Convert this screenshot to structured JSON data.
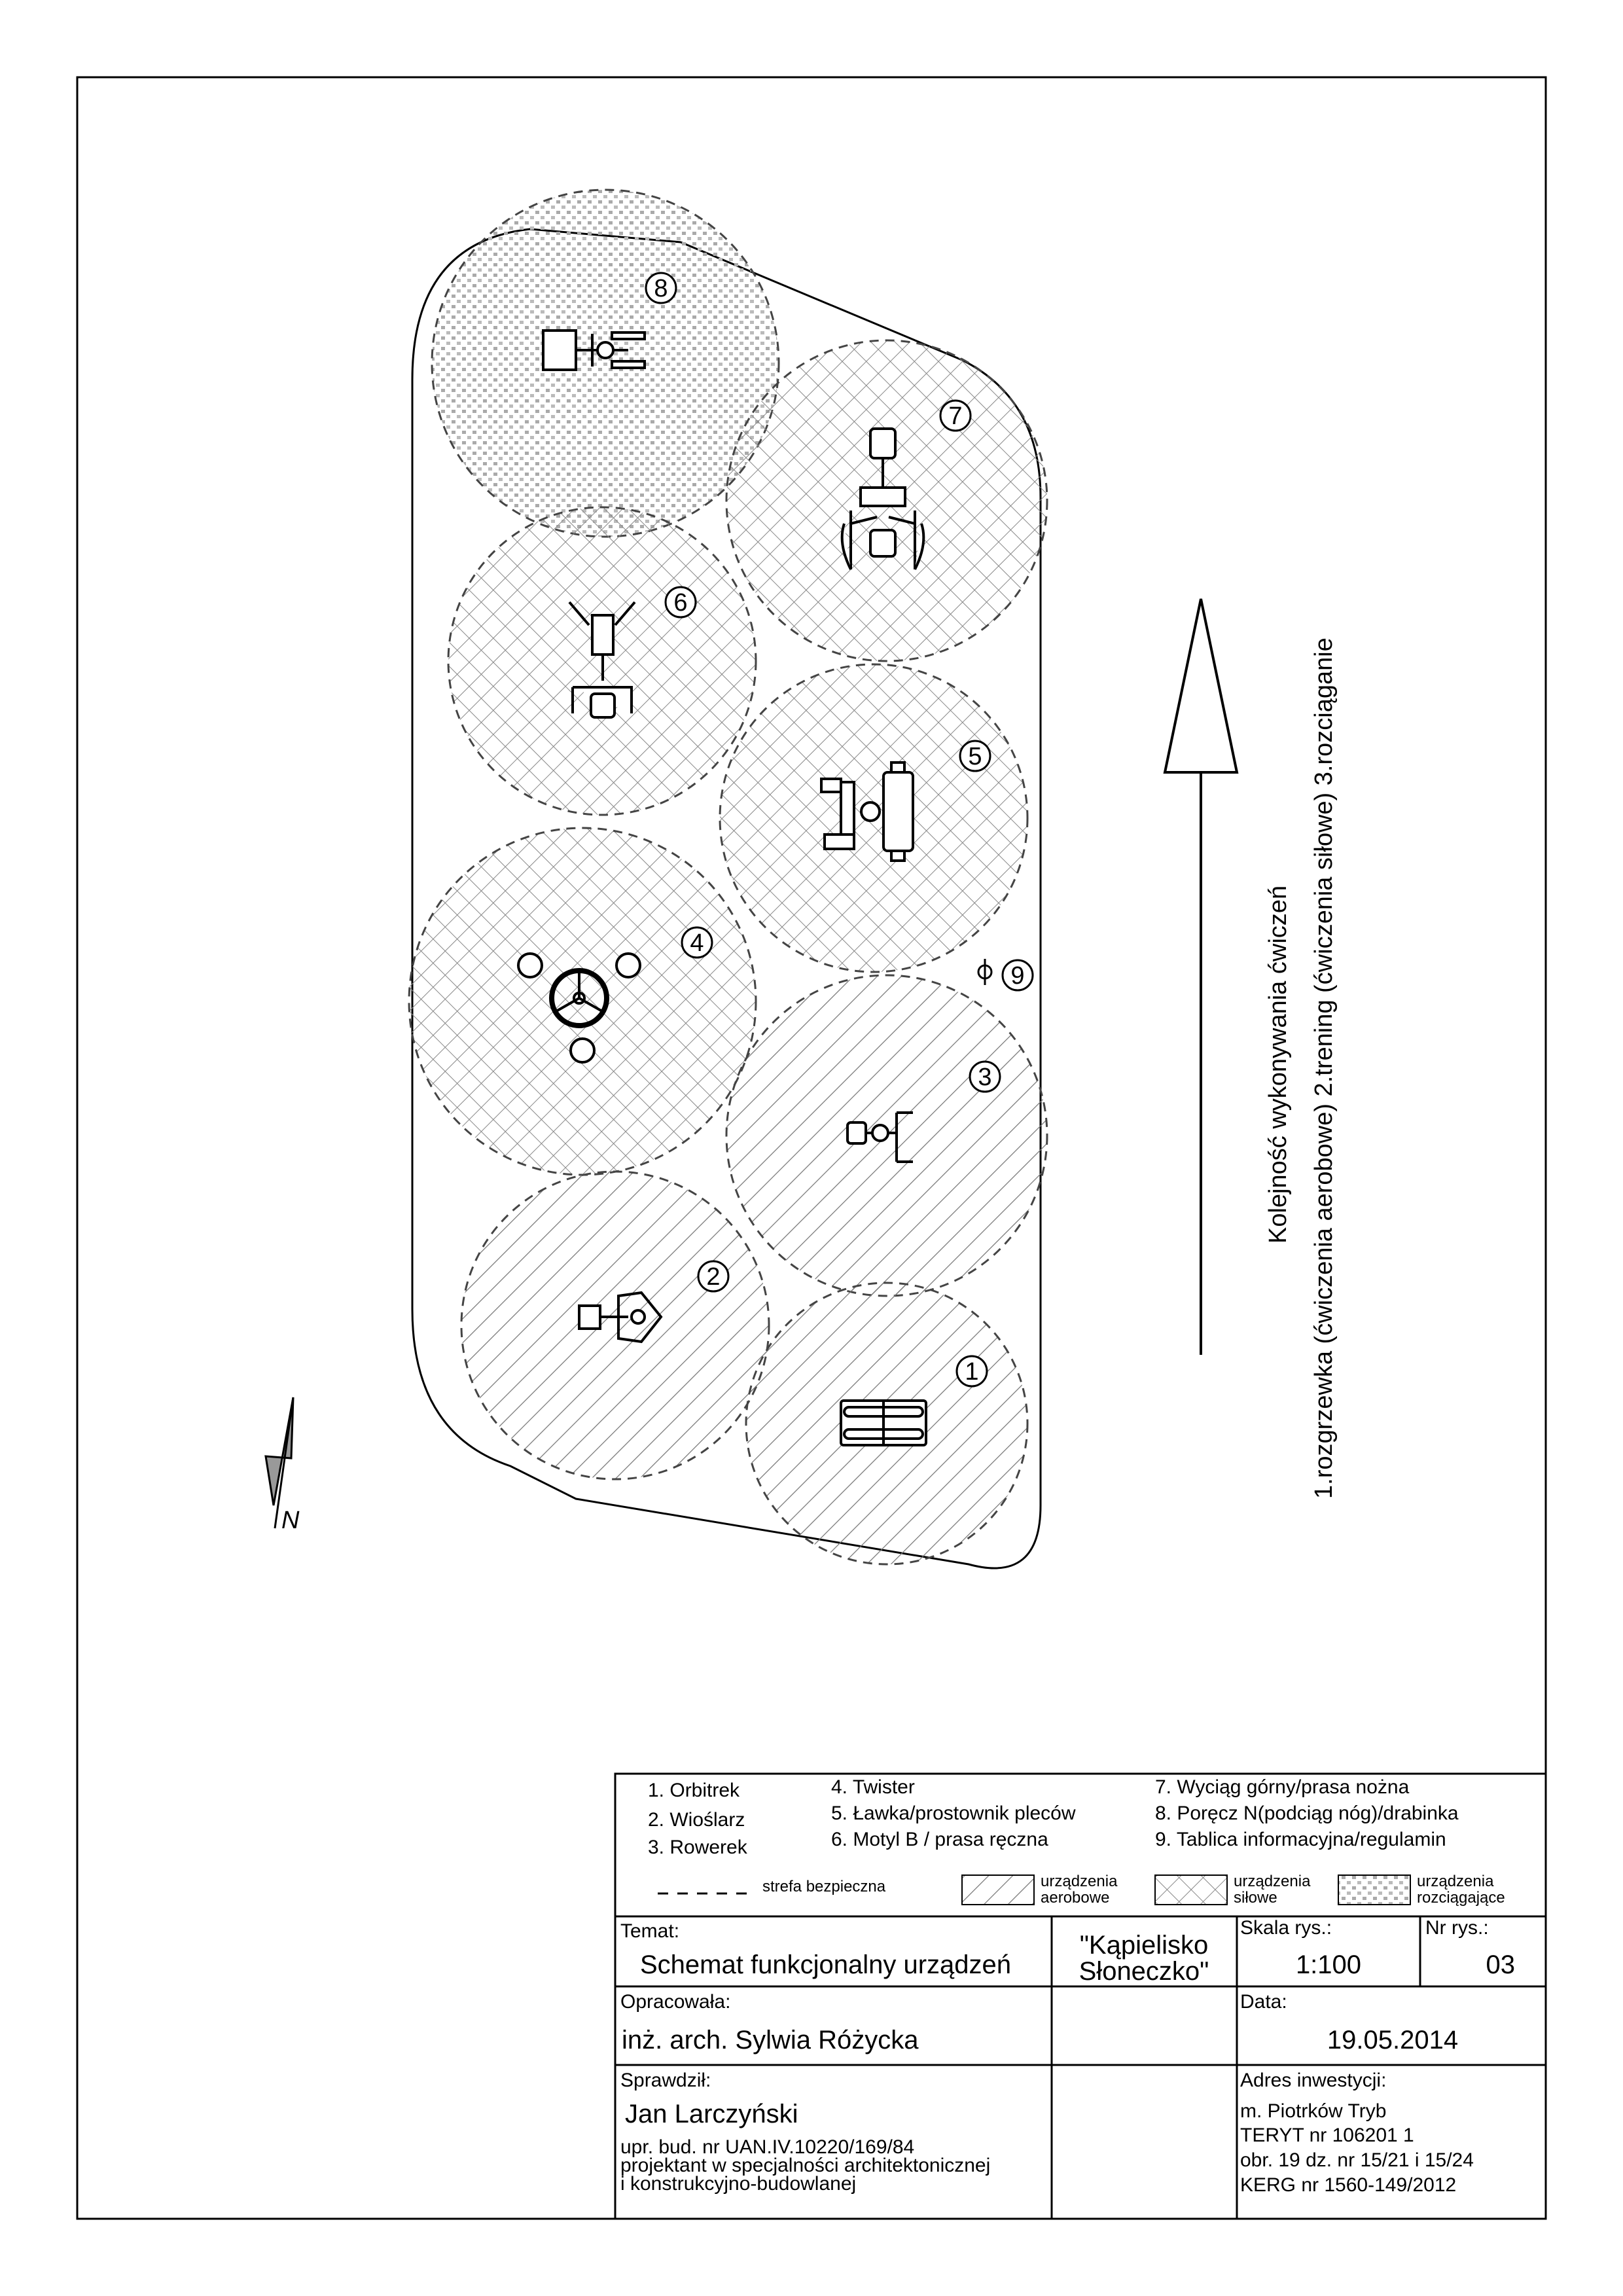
{
  "plan": {
    "north_label": "N",
    "sequence_title": "Kolejność wykonywania ćwiczeń",
    "sequence_steps": "1.rozgrzewka (ćwiczenia aerobowe) 2.trening (ćwiczenia siłowe) 3.rozciąganie",
    "zones": [
      {
        "number": "1",
        "kind": "aerobic"
      },
      {
        "number": "2",
        "kind": "aerobic"
      },
      {
        "number": "3",
        "kind": "aerobic"
      },
      {
        "number": "4",
        "kind": "strength"
      },
      {
        "number": "5",
        "kind": "strength"
      },
      {
        "number": "6",
        "kind": "strength"
      },
      {
        "number": "7",
        "kind": "strength"
      },
      {
        "number": "8",
        "kind": "stretching"
      },
      {
        "number": "9",
        "kind": "board"
      }
    ]
  },
  "legend": {
    "items": [
      "1. Orbitrek",
      "2. Wioślarz",
      "3. Rowerek",
      "4. Twister",
      "5. Ławka/prostownik pleców",
      "6. Motyl B / prasa ręczna",
      "7. Wyciąg górny/prasa nożna",
      "8. Poręcz N(podciąg nóg)/drabinka",
      "9. Tablica informacyjna/regulamin"
    ],
    "safety_zone": "strefa bezpieczna",
    "aerobic_1": "urządzenia",
    "aerobic_2": "aerobowe",
    "strength_1": "urządzenia",
    "strength_2": "siłowe",
    "stretch_1": "urządzenia",
    "stretch_2": "rozciągające"
  },
  "titleblock": {
    "topic_label": "Temat:",
    "topic_value": "Schemat funkcjonalny urządzeń",
    "project_line1": "\"Kąpielisko",
    "project_line2": "Słoneczko\"",
    "scale_label": "Skala rys.:",
    "scale_value": "1:100",
    "drawing_no_label": "Nr rys.:",
    "drawing_no_value": "03",
    "author_label": "Opracowała:",
    "author_value": "inż. arch. Sylwia Różycka",
    "date_label": "Data:",
    "date_value": "19.05.2014",
    "checked_label": "Sprawdził:",
    "checked_value": "Jan Larczyński",
    "checked_line1": "upr. bud. nr UAN.IV.10220/169/84",
    "checked_line2": "projektant w specjalności architektonicznej",
    "checked_line3": "i konstrukcyjno-budowlanej",
    "address_label": "Adres inwestycji:",
    "address_line1": "m. Piotrków Tryb",
    "address_line2": "TERYT nr 106201 1",
    "address_line3": "obr. 19 dz. nr 15/21 i 15/24",
    "address_line4": "KERG nr 1560-149/2012"
  }
}
